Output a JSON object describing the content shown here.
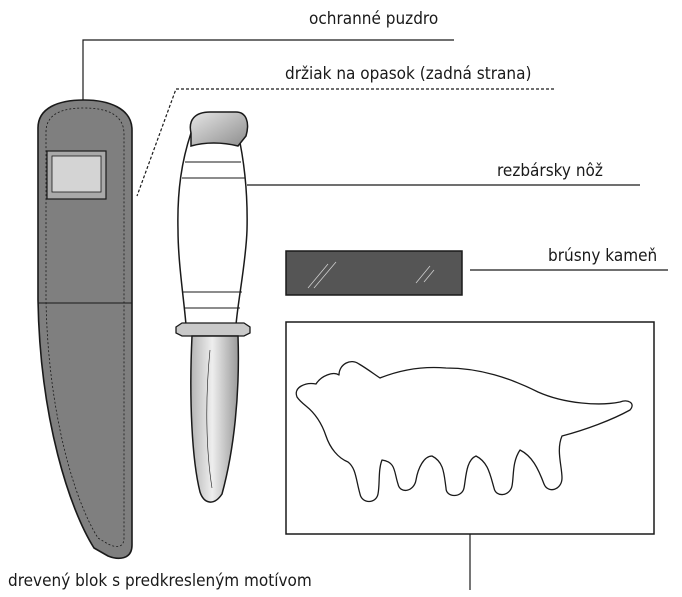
{
  "labels": {
    "sheath": "ochranné puzdro",
    "belt_holder": "držiak na opasok (zadná strana)",
    "knife": "rezbársky nôž",
    "stone": "brúsny kameň",
    "block": "drevený blok s predkresleným motívom"
  },
  "colors": {
    "line": "#1a1a1a",
    "sheath_fill": "#7f7f7f",
    "stone_fill": "#555555",
    "blade_fill": "#cfcfcf",
    "handle_fill": "#ffffff"
  }
}
